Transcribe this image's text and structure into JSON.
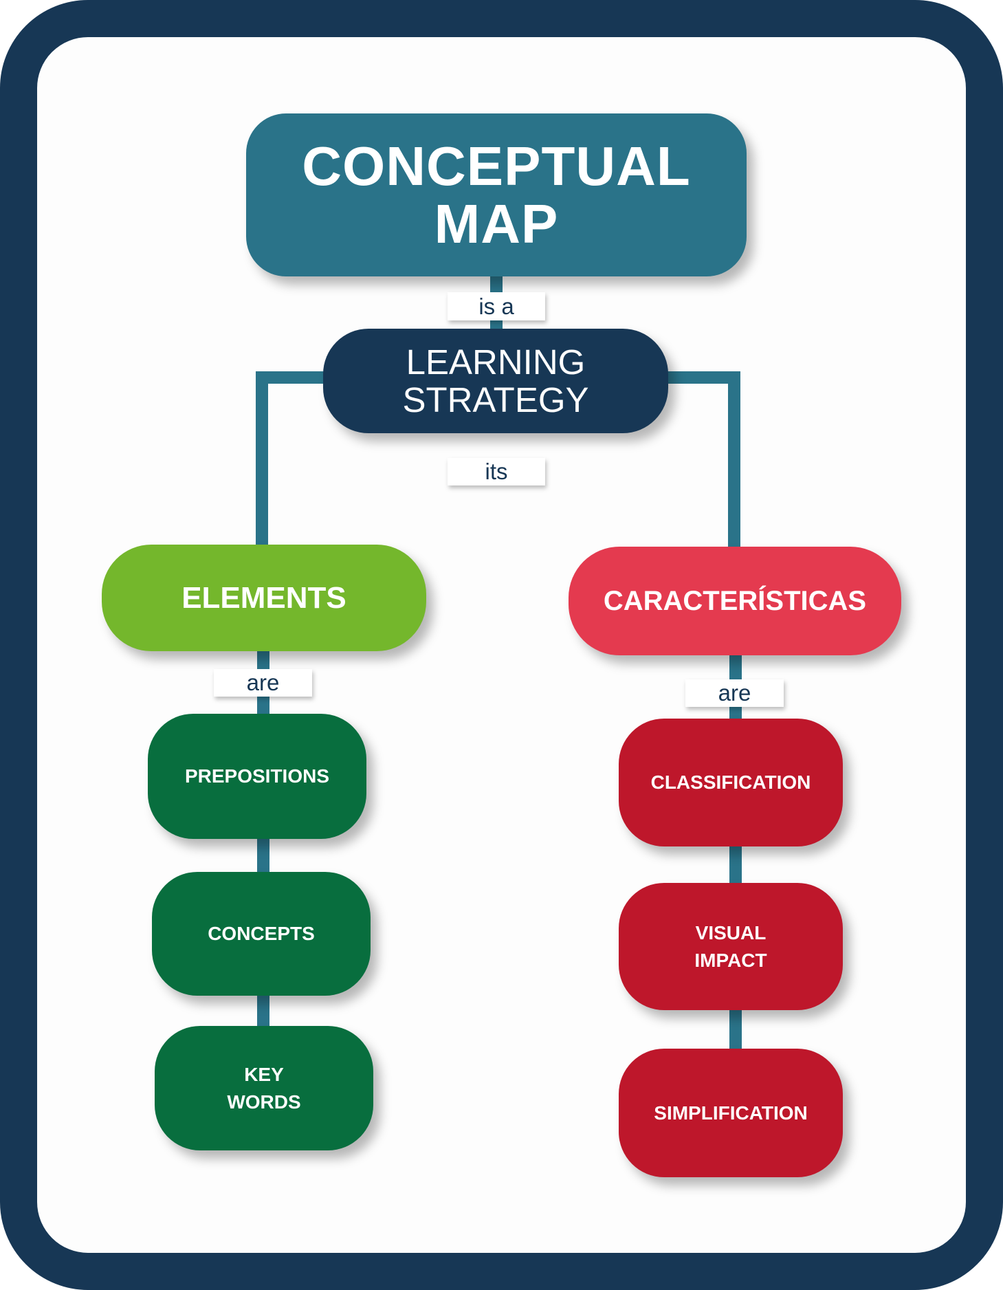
{
  "colors": {
    "frame": "#173755",
    "title_box": "#2a7389",
    "strategy_box": "#173755",
    "connector": "#2a7389",
    "elements_box": "#74b72c",
    "caracteristicas_box": "#e43a4f",
    "elements_leaf": "#086e3e",
    "caracteristicas_leaf": "#be172b"
  },
  "title": "CONCEPTUAL\nMAP",
  "strategy": "LEARNING\nSTRATEGY",
  "links": {
    "is_a": "is a",
    "its": "its",
    "are_left": "are",
    "are_right": "are"
  },
  "branches": {
    "left": {
      "label": "ELEMENTS",
      "items": [
        "PREPOSITIONS",
        "CONCEPTS",
        "KEY\nWORDS"
      ]
    },
    "right": {
      "label": "CARACTERÍSTICAS",
      "items": [
        "CLASSIFICATION",
        "VISUAL\nIMPACT",
        "SIMPLIFICATION"
      ]
    }
  }
}
